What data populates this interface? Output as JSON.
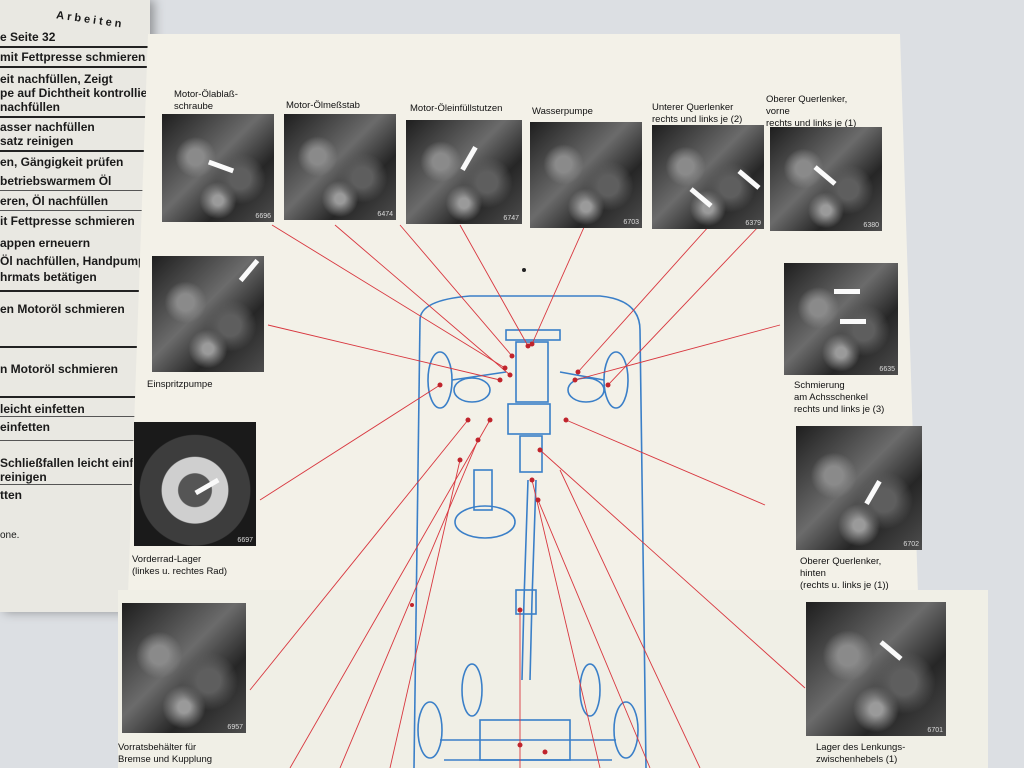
{
  "left_page": {
    "header": "Arbeiten",
    "rows": [
      "e Seite 32",
      "mit Fettpresse schmieren",
      "eit nachfüllen, Zeigt",
      "pe auf Dichtheit kontrollieren",
      "nachfüllen",
      "asser nachfüllen",
      "satz reinigen",
      "en, Gängigkeit prüfen",
      "betriebswarmem Öl",
      "eren, Öl nachfüllen",
      "it Fettpresse schmieren",
      "appen erneuern",
      "Öl nachfüllen, Handpumpe",
      "hrmats betätigen",
      "en Motoröl schmieren",
      "n Motoröl schmieren",
      "leicht einfetten",
      "einfetten",
      "Schließfallen leicht einfetten",
      "reinigen",
      "tten",
      "one."
    ]
  },
  "top_labels": {
    "oelablass": [
      "Motor-Ölablaß-",
      "schraube"
    ],
    "oelmessstab": [
      "Motor-Ölmeßstab"
    ],
    "oeleinfuell": [
      "Motor-Öleinfüllstutzen"
    ],
    "wasserpumpe": [
      "Wasserpumpe"
    ],
    "unterer_querlenker": [
      "Unterer Querlenker",
      "rechts und links je (2)"
    ],
    "oberer_querlenker_vorne": [
      "Oberer Querlenker,",
      "vorne",
      "rechts und links je (1)"
    ]
  },
  "side_labels": {
    "einspritzpumpe": [
      "Einspritzpumpe"
    ],
    "vorderrad": [
      "Vorderrad-Lager",
      "(linkes u. rechtes Rad)"
    ],
    "vorrat": [
      "Vorratsbehälter für",
      "Bremse und Kupplung"
    ],
    "achsschenkel": [
      "Schmierung",
      "am Achsschenkel",
      "rechts und links je (3)"
    ],
    "oberer_hinten": [
      "Oberer Querlenker,",
      "hinten",
      "(rechts u. links je (1))"
    ],
    "lenkung": [
      "Lager des Lenkungs-",
      "zwischenhebels (1)"
    ]
  },
  "photo_numbers": {
    "p1": "6696",
    "p2": "6474",
    "p3": "6747",
    "p4": "6703",
    "p5": "6379",
    "p6": "6380",
    "p7": "",
    "p8": "6697",
    "p9": "6957",
    "p10": "6635",
    "p11": "6702",
    "p12": "6701"
  },
  "colors": {
    "diagram_blue": "#3a7fc8",
    "leader_red": "#d8373f",
    "paper": "#f3f1e8"
  }
}
